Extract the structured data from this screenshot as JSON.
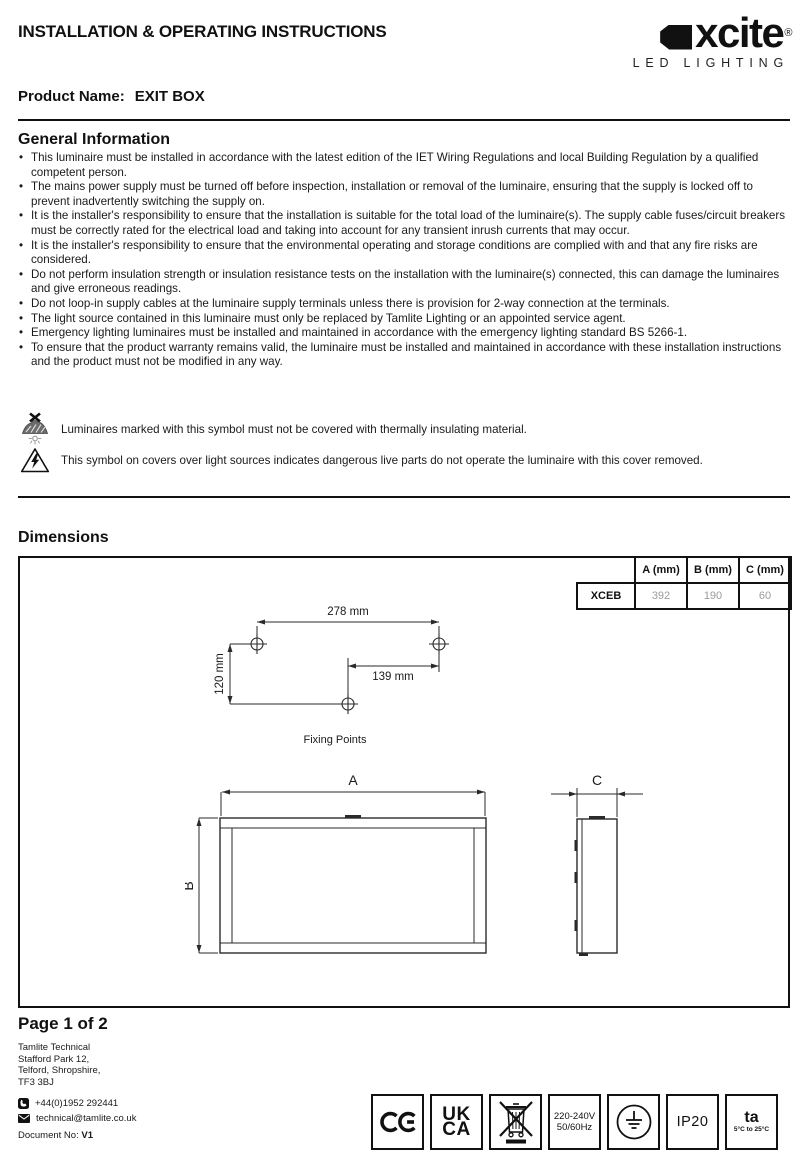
{
  "header": {
    "title": "INSTALLATION & OPERATING INSTRUCTIONS",
    "logo": {
      "brand": "xcite",
      "registered": "®",
      "tagline": "LED LIGHTING"
    }
  },
  "product": {
    "label": "Product Name:",
    "name": "EXIT BOX"
  },
  "general": {
    "heading": "General Information",
    "bullets": [
      "This luminaire must be installed in accordance with the latest edition of the IET Wiring Regulations and local Building Regulation by a qualified competent person.",
      "The mains power supply must be turned off before inspection, installation or removal of the luminaire, ensuring that the supply is locked off to prevent inadvertently switching the supply on.",
      "It is the installer's responsibility to ensure that the installation is suitable for the total load of the luminaire(s). The supply cable fuses/circuit breakers must be correctly rated for the electrical load and taking into account for any transient inrush currents that may occur.",
      "It is the installer's responsibility to ensure that the environmental operating and storage conditions are complied with and that any fire risks are considered.",
      "Do not perform insulation strength or insulation resistance tests on the installation with the luminaire(s) connected, this can damage the luminaires and give erroneous readings.",
      "Do not loop-in supply cables at the luminaire supply terminals unless there is provision for 2-way connection at the terminals.",
      "The light source contained in this luminaire must only be replaced by Tamlite Lighting or an appointed service agent.",
      "Emergency lighting luminaires must be installed and maintained in accordance with the emergency lighting standard BS 5266-1.",
      "To ensure that the product warranty remains valid, the luminaire must be installed and maintained in accordance with these installation instructions and the product must not be modified in any way."
    ]
  },
  "warnings": [
    {
      "icon": "no-thermal-covering-icon",
      "text": "Luminaires marked with this symbol must not be covered with thermally insulating material."
    },
    {
      "icon": "electric-shock-warning-icon",
      "text": "This symbol on covers over light sources indicates dangerous live parts do not operate the luminaire with this cover removed."
    }
  ],
  "dims": {
    "heading": "Dimensions",
    "table": {
      "columns": [
        "A (mm)",
        "B (mm)",
        "C (mm)"
      ],
      "row": {
        "model": "XCEB",
        "a": "392",
        "b": "190",
        "c": "60"
      }
    },
    "fixing": {
      "width": "278 mm",
      "offset": "139 mm",
      "height": "120 mm",
      "caption": "Fixing Points"
    },
    "drawing": {
      "a": "A",
      "b": "B",
      "c": "C"
    }
  },
  "footer": {
    "page": "Page 1 of 2",
    "address": [
      "Tamlite Technical",
      "Stafford Park 12,",
      "Telford, Shropshire,",
      "TF3 3BJ"
    ],
    "phone": "+44(0)1952 292441",
    "email": "technical@tamlite.co.uk",
    "doc_label": "Document No:",
    "doc_value": "V1",
    "badges": {
      "ce": "CE",
      "ukca": {
        "line1": "UK",
        "line2": "CA"
      },
      "weee": "crossed-out-wheelie-bin",
      "voltage": {
        "line1": "220-240V",
        "line2": "50/60Hz"
      },
      "earth": "earth-symbol",
      "ip": "IP20",
      "ta": {
        "label": "ta",
        "range": "5°C to 25°C"
      }
    }
  },
  "colors": {
    "ink": "#111111",
    "table_value_gray": "#9b9b9b"
  }
}
